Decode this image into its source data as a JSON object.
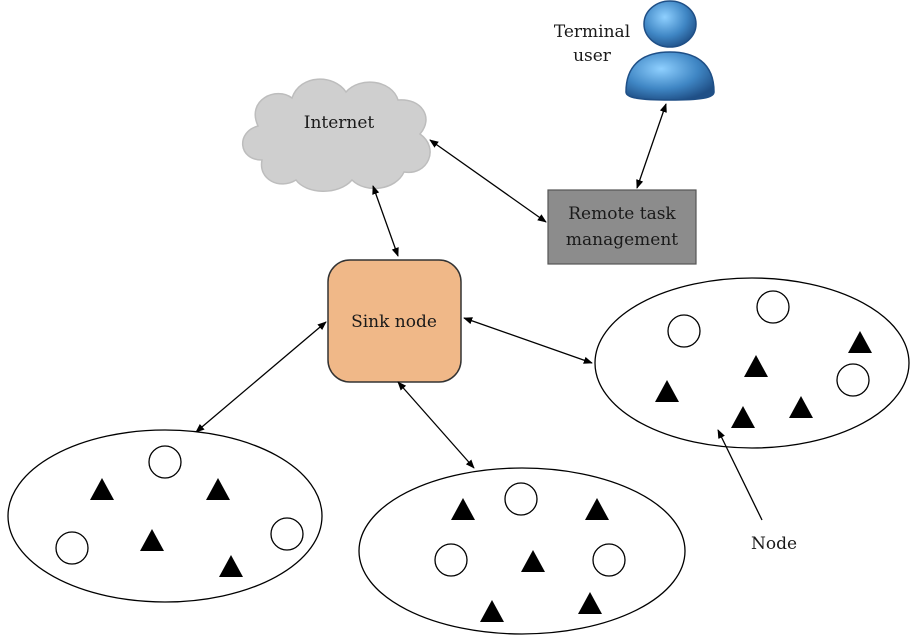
{
  "nodes": {
    "internet": {
      "label": "Internet"
    },
    "terminal_user": {
      "label_line1": "Terminal",
      "label_line2": "user"
    },
    "remote_task": {
      "label_line1": "Remote task",
      "label_line2": "management"
    },
    "sink": {
      "label": "Sink node"
    }
  },
  "annotation": {
    "label": "Node"
  },
  "colors": {
    "cloud": "#cfcfcf",
    "remote_box": "#8c8c8c",
    "sink_fill": "#f0b888",
    "user_body": "#3f86c4",
    "line": "#000000"
  },
  "icons": [
    "cloud-icon",
    "person-icon",
    "triangle-sensor-icon",
    "circle-sensor-icon"
  ]
}
